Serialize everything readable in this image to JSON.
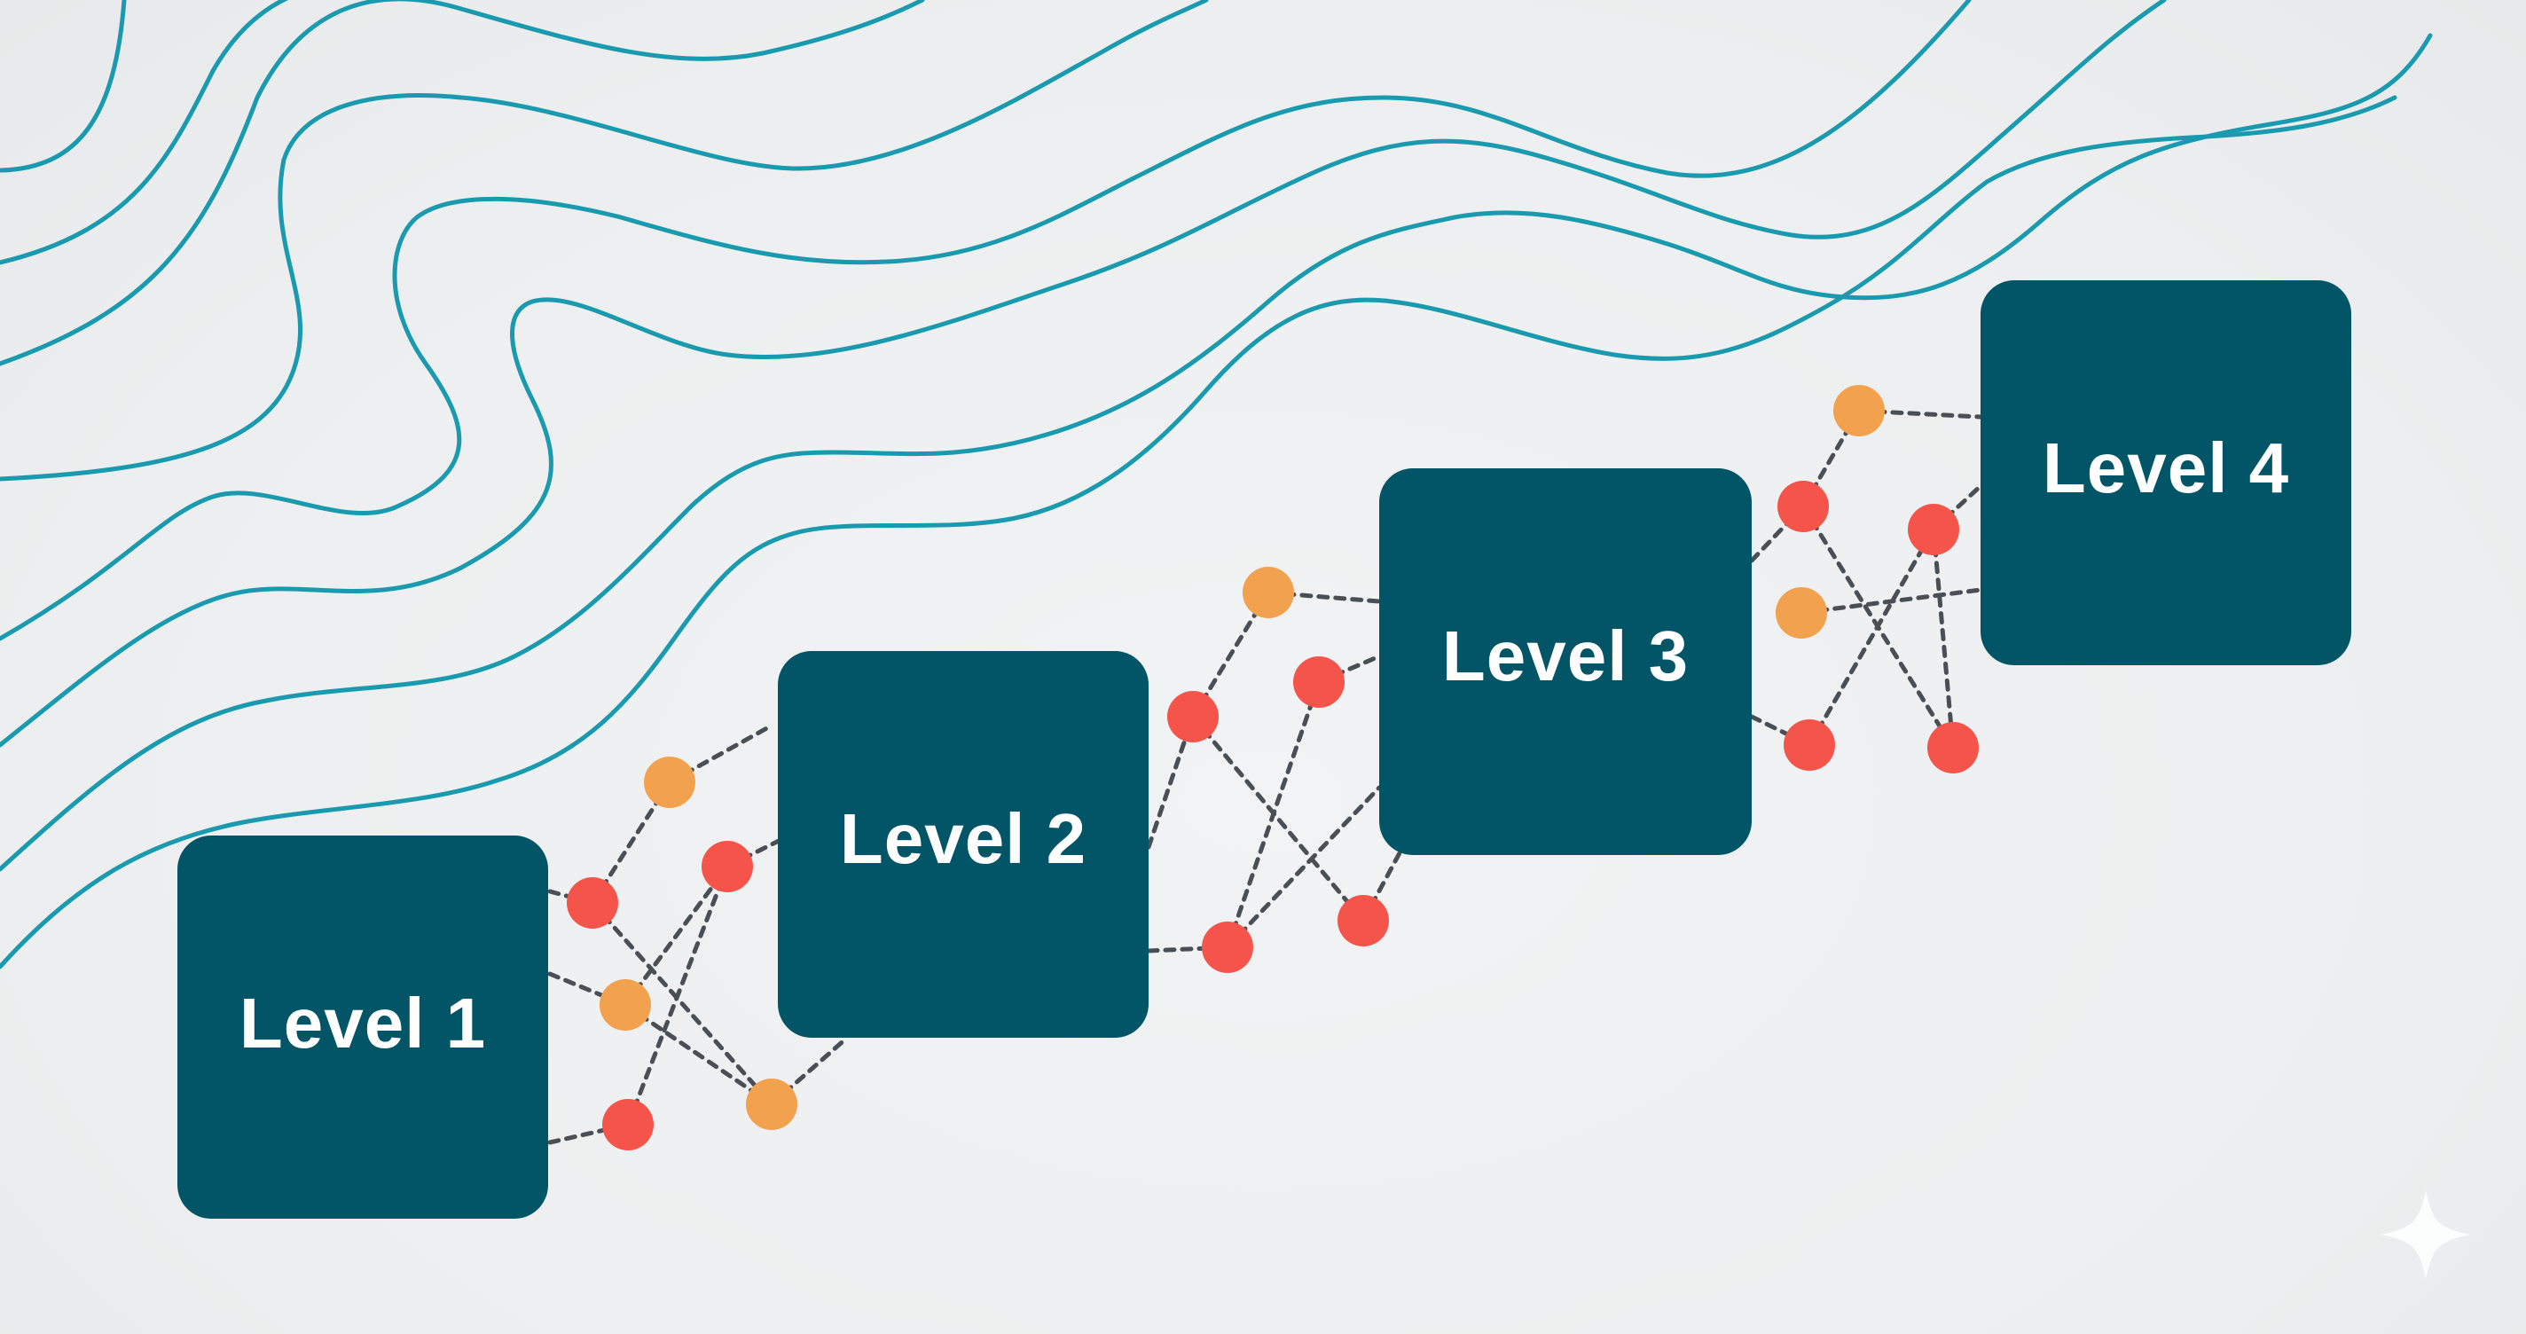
{
  "diagram": {
    "levels": [
      {
        "label": "Level 1"
      },
      {
        "label": "Level 2"
      },
      {
        "label": "Level 3"
      },
      {
        "label": "Level 4"
      }
    ]
  },
  "colors": {
    "background": "#eef0f1",
    "block": "#025566",
    "contour": "#1a9aae",
    "node_orange": "#f2a14e",
    "node_red": "#f5544a",
    "connector": "#4a4f55",
    "label": "#ffffff"
  },
  "icons": {
    "corner": "sparkle-icon"
  }
}
